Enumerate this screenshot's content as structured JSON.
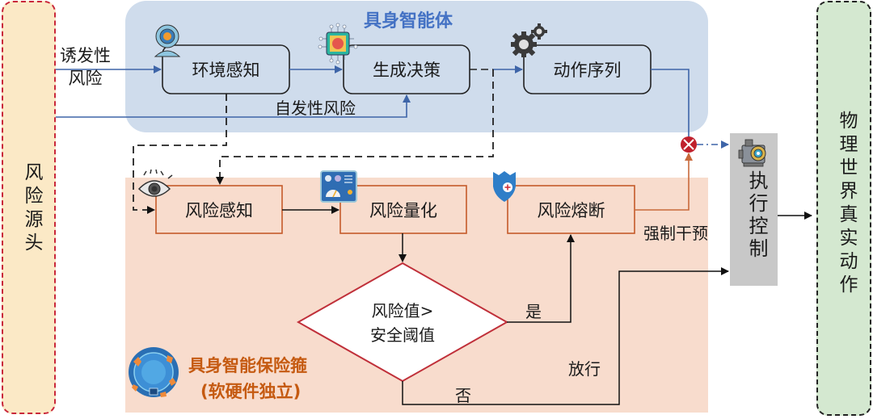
{
  "risk_source": {
    "label": "风险源头"
  },
  "physical_world": {
    "label": "物理世界真实动作"
  },
  "agent_group": {
    "title": "具身智能体",
    "nodes": [
      {
        "id": "env",
        "label": "环境感知",
        "icon": "webcam-icon"
      },
      {
        "id": "decision",
        "label": "生成决策",
        "icon": "ai-chip-brain-icon"
      },
      {
        "id": "action",
        "label": "动作序列",
        "icon": "gears-icon"
      }
    ]
  },
  "insurance_group": {
    "title": "具身智能保险箍",
    "subtitle": "(软硬件独立)",
    "icon": "insurance-shield-badge-icon",
    "nodes": [
      {
        "id": "perceive",
        "label": "风险感知",
        "icon": "eye-icon"
      },
      {
        "id": "quantify",
        "label": "风险量化",
        "icon": "dashboard-icon"
      },
      {
        "id": "breaker",
        "label": "风险熔断",
        "icon": "shield-plus-icon"
      }
    ],
    "decision": {
      "line1": "风险值>",
      "line2": "安全阈值"
    }
  },
  "execution": {
    "label": "执行控制",
    "icon": "actuator-motor-icon"
  },
  "edge_labels": {
    "induced_risk_line1": "诱发性",
    "induced_risk_line2": "风险",
    "spontaneous_risk": "自发性风险",
    "yes": "是",
    "no": "否",
    "pass": "放行",
    "force_intervene": "强制干预"
  },
  "colors": {
    "agent_bg": "#cfdcec",
    "agent_title": "#4472c4",
    "insurance_bg": "#f8dccd",
    "insurance_title": "#c55a11",
    "insurance_border": "#c55a2a",
    "risk_source_bg": "#fbe9c6",
    "risk_source_border": "#c9273a",
    "physical_bg": "#d4e8d0",
    "execution_bg": "#c8c8c8",
    "blue_line": "#3e65a8",
    "orange_line": "#c8693b",
    "diamond_border": "#c0303a",
    "break_red": "#c0202c"
  }
}
